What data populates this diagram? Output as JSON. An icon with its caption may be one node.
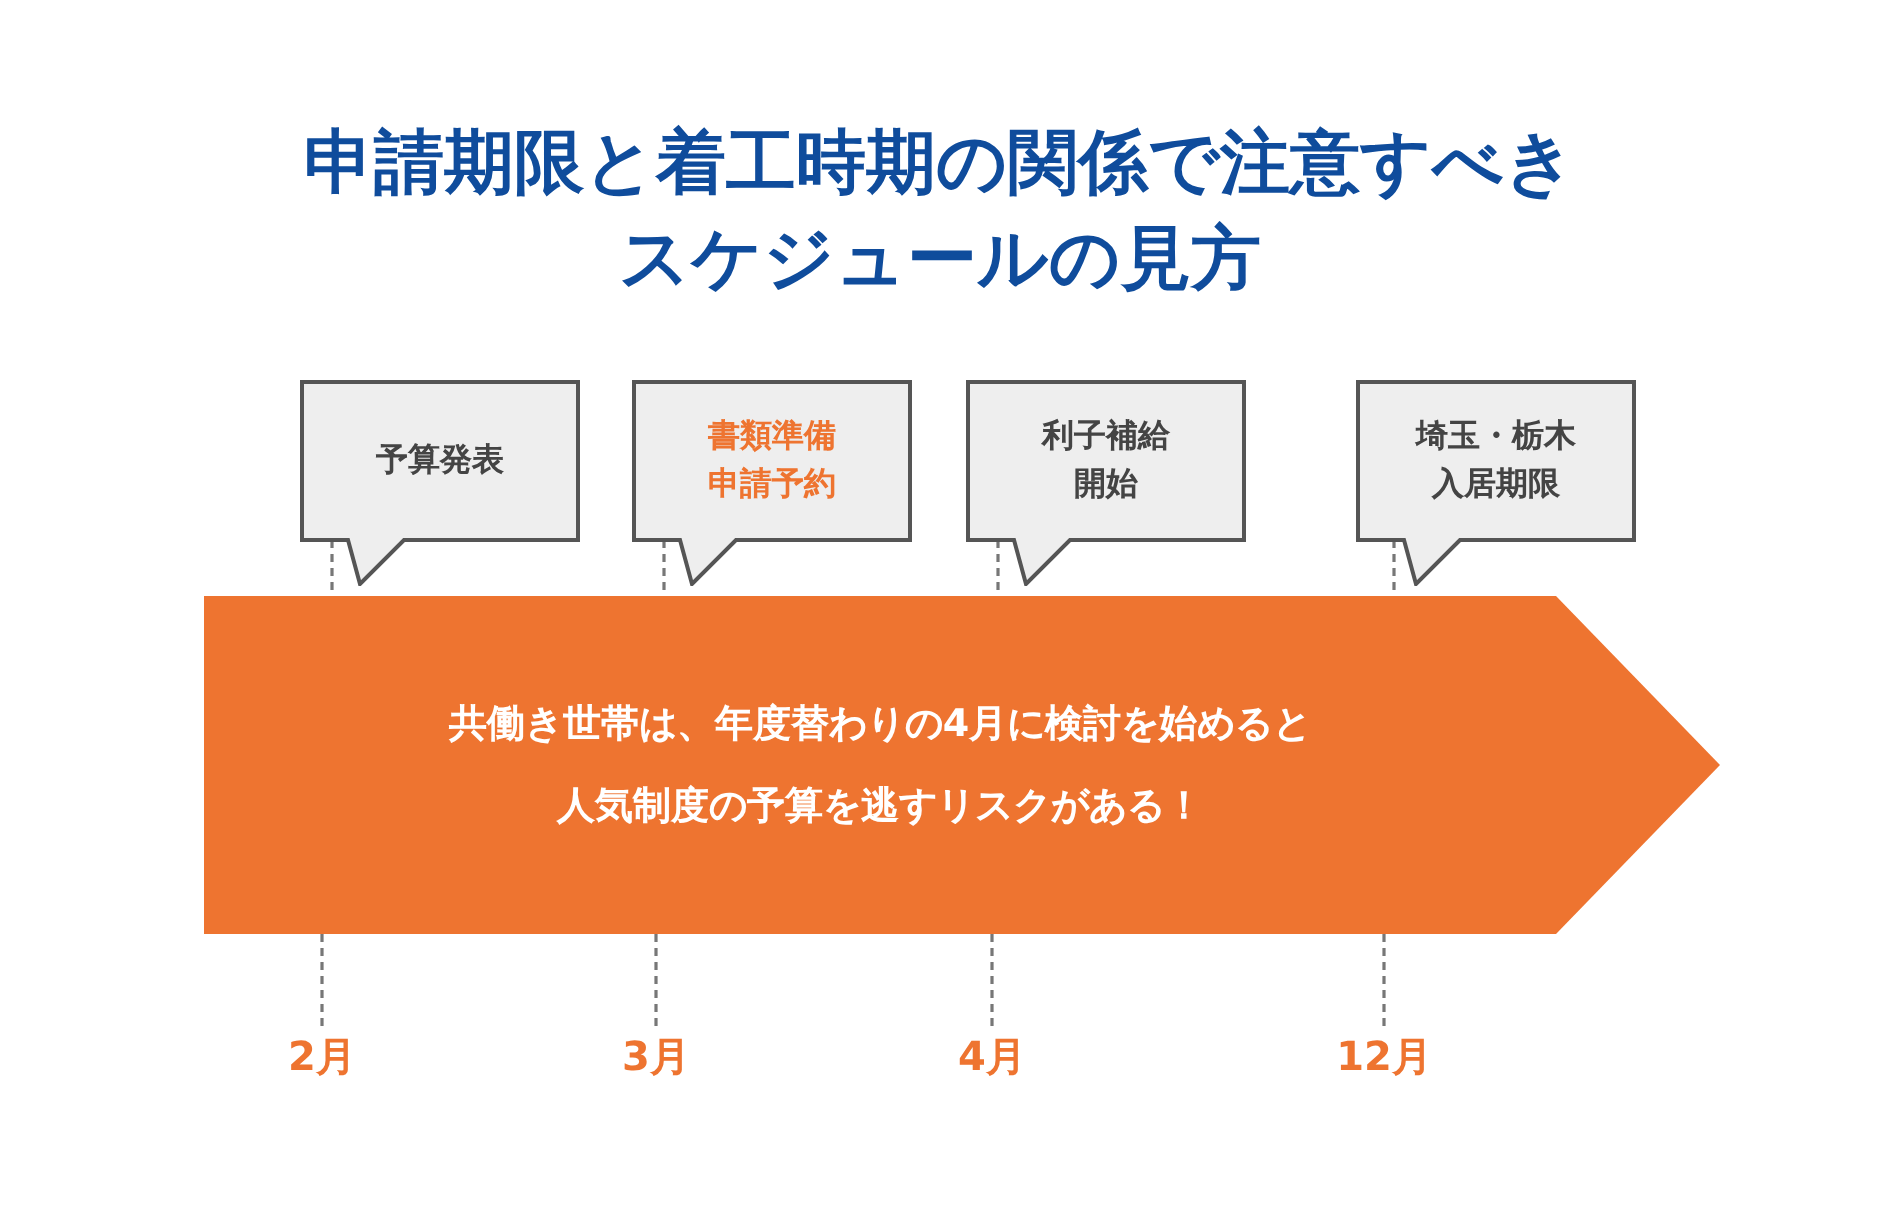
{
  "diagram": {
    "title": "申請期限と着工時期の関係で注意すべきスケジュールの見方",
    "nodes": [
      {
        "text": [
          "予算発表"
        ]
      },
      {
        "text": [
          "書類準備申請予約"
        ]
      },
      {
        "text": [
          "利子補給開始"
        ]
      },
      {
        "text": [
          "埼玉・栃木入居期限"
        ]
      },
      {
        "text": [
          "共働き世帯は、年度替わりの4月に検討を始めると人気制度の予算を逃すリスクがある！"
        ]
      },
      {
        "text": [
          "2月"
        ]
      },
      {
        "text": [
          "3月"
        ]
      },
      {
        "text": [
          "4月"
        ]
      },
      {
        "text": [
          "12月"
        ]
      }
    ],
    "edges": [
      {
        "from": 0,
        "to": 4,
        "arrow": "none",
        "style": "dashed"
      },
      {
        "from": 1,
        "to": 4,
        "arrow": "none",
        "style": "dashed"
      },
      {
        "from": 2,
        "to": 4,
        "arrow": "none",
        "style": "dashed"
      },
      {
        "from": 3,
        "to": 4,
        "arrow": "none",
        "style": "dashed"
      },
      {
        "from": 4,
        "to": 5,
        "arrow": "none",
        "style": "dashed"
      },
      {
        "from": 4,
        "to": 6,
        "arrow": "none",
        "style": "dashed"
      },
      {
        "from": 4,
        "to": 7,
        "arrow": "none",
        "style": "dashed"
      },
      {
        "from": 4,
        "to": 8,
        "arrow": "none",
        "style": "dashed"
      }
    ]
  }
}
